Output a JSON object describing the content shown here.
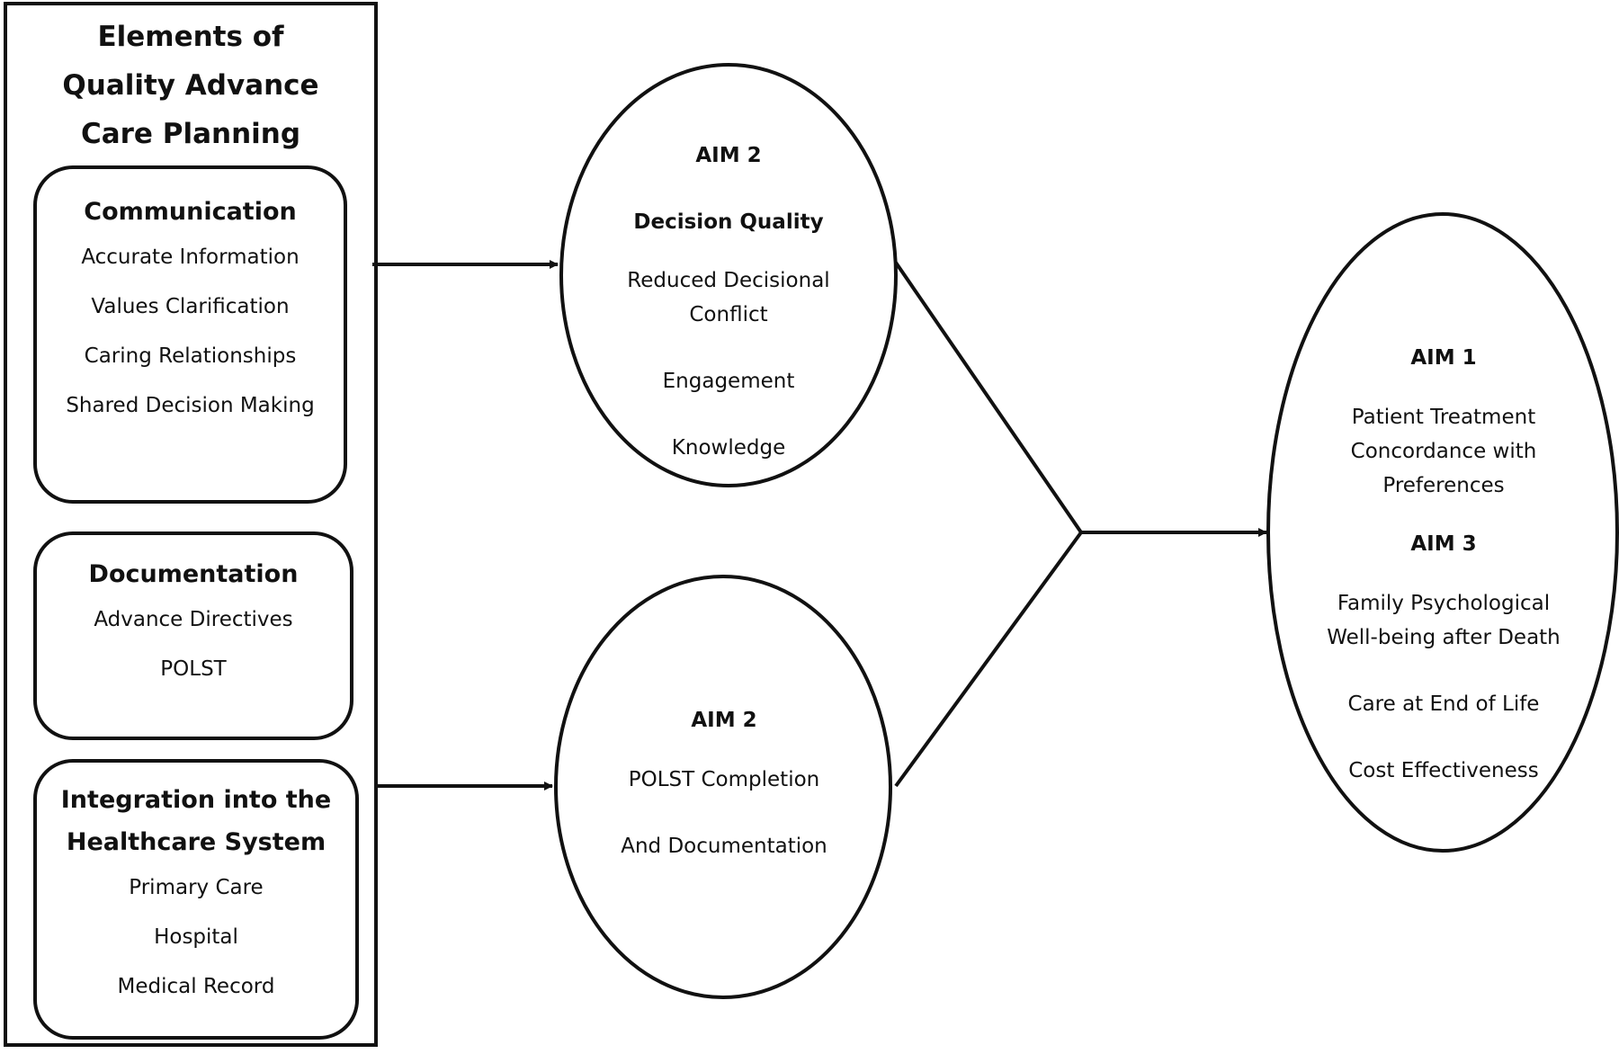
{
  "panel": {
    "title": "Elements of\nQuality Advance\nCare Planning",
    "groups": [
      {
        "title": "Communication",
        "items": [
          "Accurate Information",
          "Values Clarification",
          "Caring Relationships",
          "Shared Decision Making"
        ]
      },
      {
        "title": "Documentation",
        "items": [
          "Advance Directives",
          "POLST"
        ]
      },
      {
        "title": "Integration into the\nHealthcare System",
        "items": [
          "Primary Care",
          "Hospital",
          "Medical Record"
        ]
      }
    ]
  },
  "aim2_top": {
    "heading": "AIM 2",
    "subheading": "Decision Quality",
    "items": [
      "Reduced Decisional\nConflict",
      "Engagement",
      "Knowledge"
    ]
  },
  "aim2_bottom": {
    "heading": "AIM 2",
    "items": [
      "POLST Completion",
      "And Documentation"
    ]
  },
  "aim_outcomes": {
    "heading_1": "AIM 1",
    "item_1": "Patient Treatment\nConcordance with\nPreferences",
    "heading_3": "AIM 3",
    "items_3": [
      "Family Psychological\nWell-being after Death",
      "Care at End of Life",
      "Cost Effectiveness"
    ]
  }
}
